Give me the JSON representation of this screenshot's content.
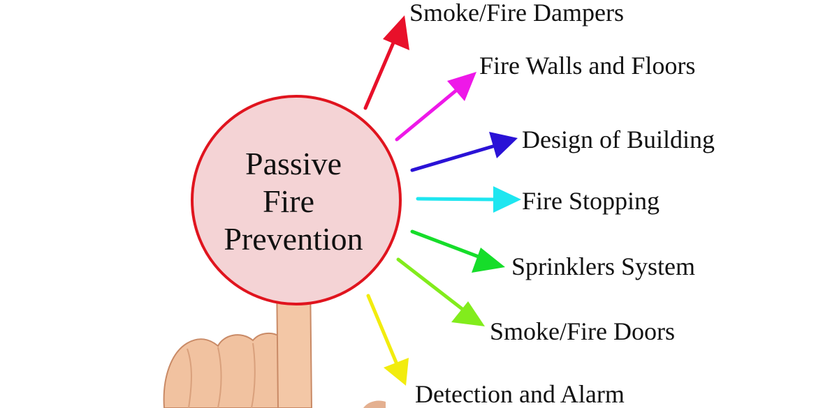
{
  "hub": {
    "lines": [
      "Passive",
      "Fire",
      "Prevention"
    ],
    "fill": "#f4d3d5",
    "stroke": "#e0141e"
  },
  "branches": [
    {
      "label": "Smoke/Fire Dampers",
      "color": "#e8102a"
    },
    {
      "label": "Fire Walls and Floors",
      "color": "#ee18e8"
    },
    {
      "label": "Design of Building",
      "color": "#2a12d6"
    },
    {
      "label": "Fire Stopping",
      "color": "#1ee6f0"
    },
    {
      "label": "Sprinklers System",
      "color": "#16dd2a"
    },
    {
      "label": "Smoke/Fire Doors",
      "color": "#82ec1c"
    },
    {
      "label": "Detection and Alarm",
      "color": "#f2ec0e"
    }
  ],
  "hand_icon": "pointing-hand-icon"
}
